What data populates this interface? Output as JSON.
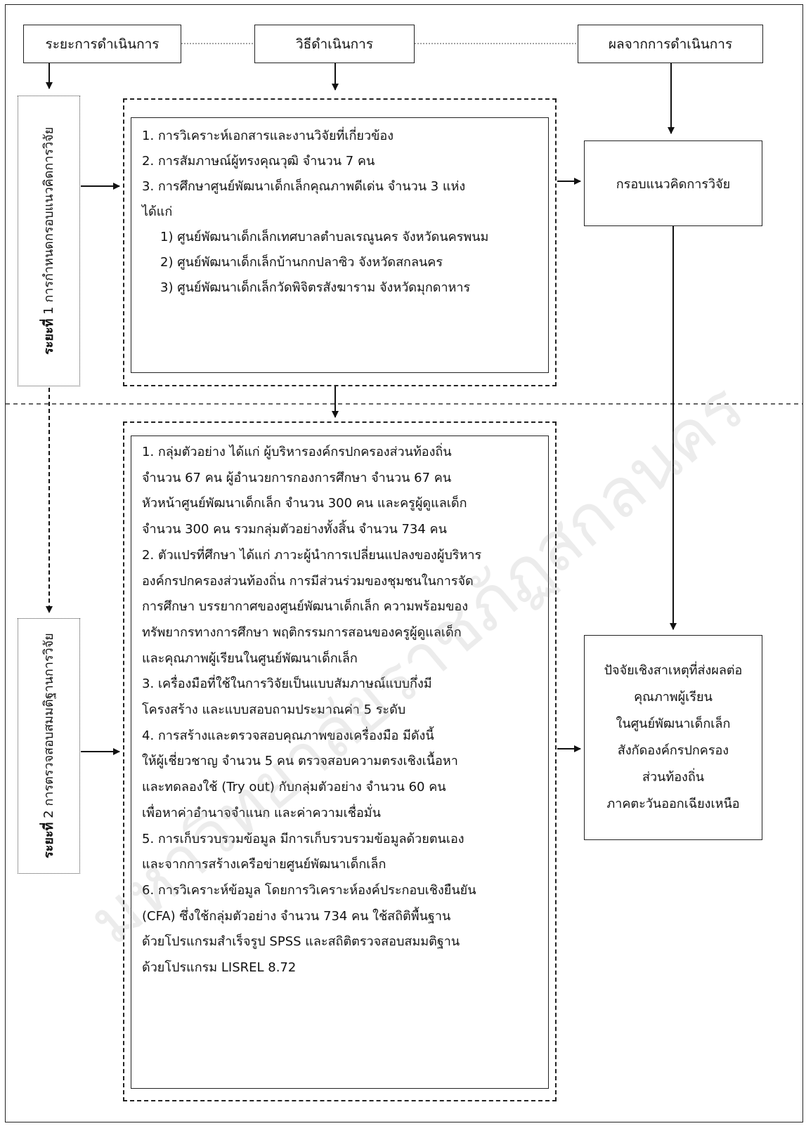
{
  "headers": {
    "phase": "ระยะการดำเนินการ",
    "method": "วิธีดำเนินการ",
    "result": "ผลจากการดำเนินการ"
  },
  "phase1": {
    "label_bold": "ระยะที่",
    "label_rest": " 1 การกำหนดกรอบแนวคิดการวิจัย",
    "lines": [
      "1. การวิเคราะห์เอกสารและงานวิจัยที่เกี่ยวข้อง",
      "2. การสัมภาษณ์ผู้ทรงคุณวุฒิ จำนวน 7 คน",
      "3. การศึกษาศูนย์พัฒนาเด็กเล็กคุณภาพดีเด่น จำนวน 3 แห่ง",
      "ได้แก่"
    ],
    "sub_lines": [
      "1) ศูนย์พัฒนาเด็กเล็กเทศบาลตำบลเรณูนคร จังหวัดนครพนม",
      "2) ศูนย์พัฒนาเด็กเล็กบ้านกกปลาซิว จังหวัดสกลนคร",
      "3) ศูนย์พัฒนาเด็กเล็กวัดพิจิตรสังฆาราม จังหวัดมุกดาหาร"
    ],
    "result": "กรอบแนวคิดการวิจัย"
  },
  "phase2": {
    "label_bold": "ระยะที่",
    "label_rest": " 2 การตรวจสอบสมมติฐานการวิจัย",
    "lines": [
      "1. กลุ่มตัวอย่าง ได้แก่ ผู้บริหารองค์กรปกครองส่วนท้องถิ่น",
      "จำนวน 67 คน ผู้อำนวยการกองการศึกษา จำนวน 67 คน",
      "หัวหน้าศูนย์พัฒนาเด็กเล็ก จำนวน 300 คน และครูผู้ดูแลเด็ก",
      "จำนวน 300 คน รวมกลุ่มตัวอย่างทั้งสิ้น จำนวน 734 คน",
      "2. ตัวแปรที่ศึกษา ได้แก่ ภาวะผู้นำการเปลี่ยนแปลงของผู้บริหาร",
      "องค์กรปกครองส่วนท้องถิ่น การมีส่วนร่วมของชุมชนในการจัด",
      "การศึกษา บรรยากาศของศูนย์พัฒนาเด็กเล็ก ความพร้อมของ",
      "ทรัพยากรทางการศึกษา พฤติกรรมการสอนของครูผู้ดูแลเด็ก",
      "และคุณภาพผู้เรียนในศูนย์พัฒนาเด็กเล็ก",
      "3. เครื่องมือที่ใช้ในการวิจัยเป็นแบบสัมภาษณ์แบบกึ่งมี",
      "โครงสร้าง และแบบสอบถามประมาณค่า 5 ระดับ",
      "4. การสร้างและตรวจสอบคุณภาพของเครื่องมือ มีดังนี้",
      "ให้ผู้เชี่ยวชาญ จำนวน 5 คน ตรวจสอบความตรงเชิงเนื้อหา",
      "และทดลองใช้ (Try out) กับกลุ่มตัวอย่าง จำนวน 60 คน",
      "เพื่อหาค่าอำนาจจำแนก และค่าความเชื่อมั่น",
      "5. การเก็บรวบรวมข้อมูล มีการเก็บรวบรวมข้อมูลด้วยตนเอง",
      "และจากการสร้างเครือข่ายศูนย์พัฒนาเด็กเล็ก",
      "6. การวิเคราะห์ข้อมูล โดยการวิเคราะห์องค์ประกอบเชิงยืนยัน",
      "(CFA) ซึ่งใช้กลุ่มตัวอย่าง จำนวน 734 คน ใช้สถิติพื้นฐาน",
      "ด้วยโปรแกรมสำเร็จรูป SPSS และสถิติตรวจสอบสมมติฐาน",
      "ด้วยโปรแกรม LISREL 8.72"
    ],
    "result_lines": [
      "ปัจจัยเชิงสาเหตุที่ส่งผลต่อ",
      "คุณภาพผู้เรียน",
      "ในศูนย์พัฒนาเด็กเล็ก",
      "สังกัดองค์กรปกครอง",
      "ส่วนท้องถิ่น",
      "ภาคตะวันออกเฉียงเหนือ"
    ]
  },
  "watermark": "มหาวิทยาลัยราชภัฏสกลนคร"
}
